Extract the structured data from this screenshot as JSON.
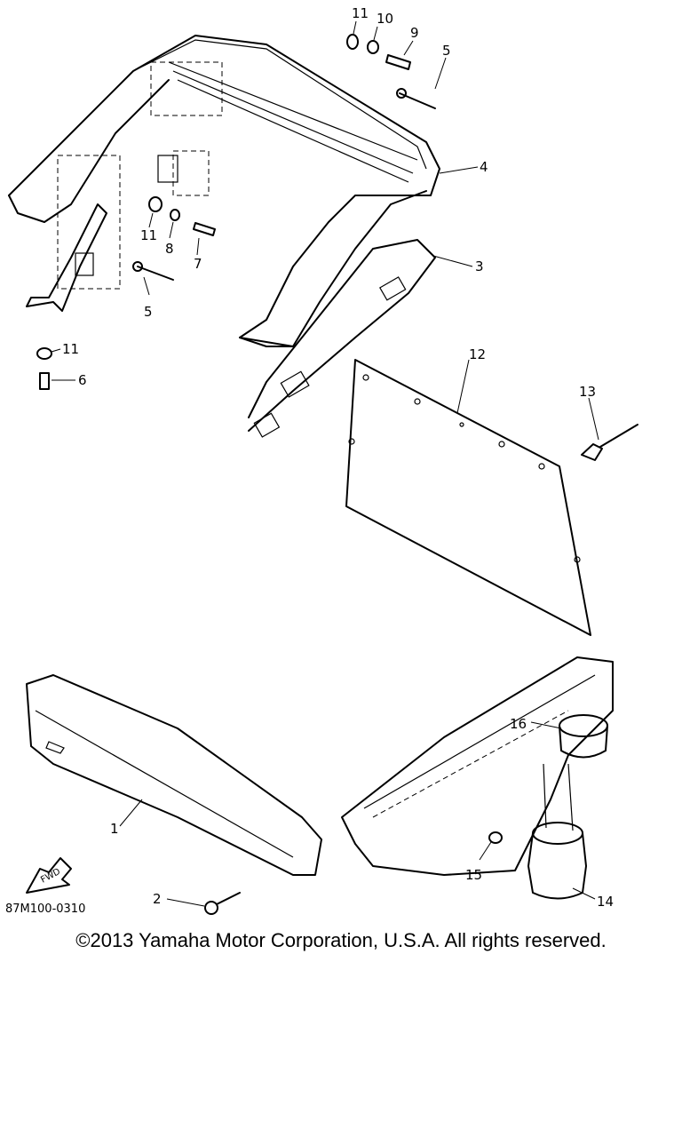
{
  "callouts": {
    "c1": "1",
    "c2": "2",
    "c3": "3",
    "c4": "4",
    "c5a": "5",
    "c5b": "5",
    "c6": "6",
    "c7": "7",
    "c8": "8",
    "c9": "9",
    "c10": "10",
    "c11a": "11",
    "c11b": "11",
    "c11c": "11",
    "c12": "12",
    "c13": "13",
    "c14": "14",
    "c15": "15",
    "c16": "16"
  },
  "fwd_label": "FWD",
  "diagram_code": "87M100-0310",
  "copyright": "©2013 Yamaha Motor Corporation, U.S.A. All rights reserved."
}
